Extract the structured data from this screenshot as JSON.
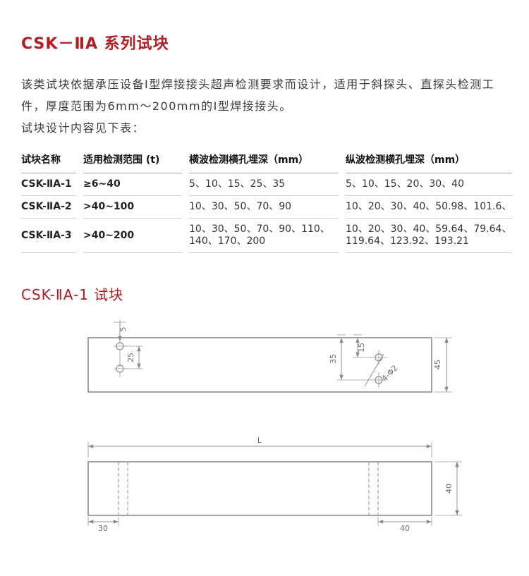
{
  "page": {
    "title": "CSK－ⅡA 系列试块",
    "intro": "该类试块依据承压设备I型焊接接头超声检测要求而设计，适用于斜探头、直探头检测工\n件，厚度范围为6mm～200mm的Ⅰ型焊接接头。",
    "intro_note": "试块设计内容见下表：",
    "section_title": "CSK-ⅡA-1 试块",
    "accent_color": "#b01e23"
  },
  "table": {
    "headers": [
      "试块名称",
      "适用检测范围 (t)",
      "横波检测横孔埋深（mm）",
      "纵波检测横孔埋深（mm）"
    ],
    "rows": [
      {
        "name": "CSK-ⅡA-1",
        "range": "≥6~40",
        "transverse_depths": "5、10、15、25、35",
        "longitudinal_depths": "5、10、15、20、30、40"
      },
      {
        "name": "CSK-ⅡA-2",
        "range": ">40~100",
        "transverse_depths": "10、30、50、70、90",
        "longitudinal_depths": "10、20、30、40、50.98、101.6、"
      },
      {
        "name": "CSK-ⅡA-3",
        "range": ">40~200",
        "transverse_depths": "10、30、50、70、90、110、\n140、170、200",
        "longitudinal_depths": "10、20、30、40、59.64、79.64、\n119.64、123.92、193.21"
      }
    ]
  },
  "drawing": {
    "front_view": {
      "dim_top_hole": "5",
      "dim_hole_spacing": "25",
      "dim_right_hole_upper": "15",
      "dim_right_hole_lower": "35",
      "dim_height": "45",
      "hole_callout": "4-Φ2"
    },
    "top_view": {
      "dim_length": "L",
      "dim_left_offset": "30",
      "dim_right_offset": "40",
      "dim_width": "40"
    }
  }
}
